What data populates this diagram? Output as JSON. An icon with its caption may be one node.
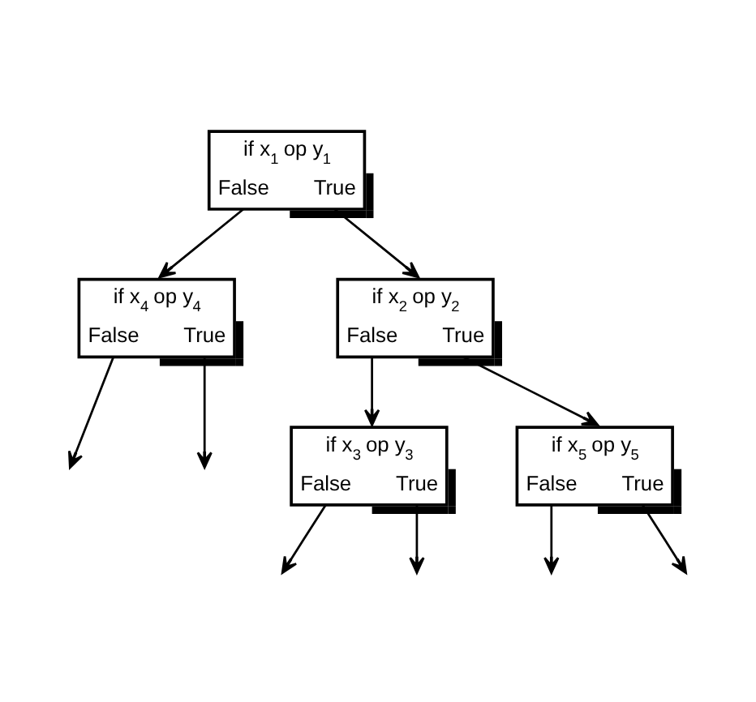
{
  "diagram": {
    "nodes": [
      {
        "text": [
          "if x$_{1}$ op y$_{1}$",
          "False",
          "True"
        ]
      },
      {
        "text": [
          "if x$_{4}$ op y$_{4}$",
          "False",
          "True"
        ]
      },
      {
        "text": [
          "if x$_{2}$ op y$_{2}$",
          "False",
          "True"
        ]
      },
      {
        "text": [
          "if x$_{3}$ op y$_{3}$",
          "False",
          "True"
        ]
      },
      {
        "text": [
          "if x$_{5}$ op y$_{5}$",
          "False",
          "True"
        ]
      }
    ],
    "edges": [
      {
        "from": 0,
        "to": 1,
        "arrow": "to"
      },
      {
        "from": 0,
        "to": 2,
        "arrow": "to"
      },
      {
        "from": 1,
        "to": null,
        "arrow": "to"
      },
      {
        "from": 1,
        "to": null,
        "arrow": "to"
      },
      {
        "from": 2,
        "to": 3,
        "arrow": "to"
      },
      {
        "from": 2,
        "to": 4,
        "arrow": "to"
      },
      {
        "from": 3,
        "to": null,
        "arrow": "to"
      },
      {
        "from": 3,
        "to": null,
        "arrow": "to"
      },
      {
        "from": 4,
        "to": null,
        "arrow": "to"
      },
      {
        "from": 4,
        "to": null,
        "arrow": "to"
      }
    ]
  }
}
